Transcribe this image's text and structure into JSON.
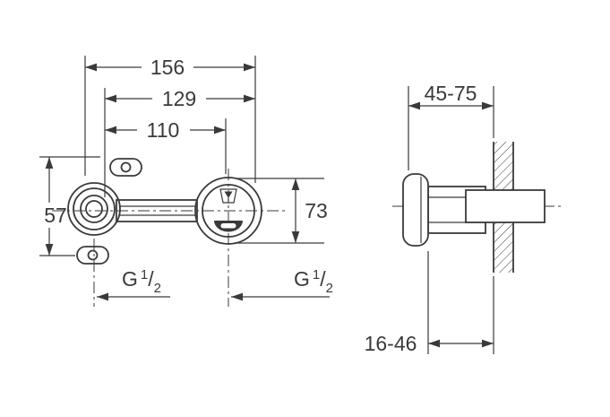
{
  "colors": {
    "background": "#ffffff",
    "line": "#3a3a3a"
  },
  "front_view": {
    "dimensions": {
      "overall_width": "156",
      "body_width": "129",
      "center_width": "110",
      "hole_spacing": "57",
      "body_height": "73"
    },
    "thread_left": {
      "prefix": "G",
      "numerator": "1",
      "slash": "/",
      "denominator": "2"
    },
    "thread_right": {
      "prefix": "G",
      "numerator": "1",
      "slash": "/",
      "denominator": "2"
    }
  },
  "side_view": {
    "dimensions": {
      "installation_depth_range": "45-75",
      "projection_range": "16-46"
    }
  }
}
